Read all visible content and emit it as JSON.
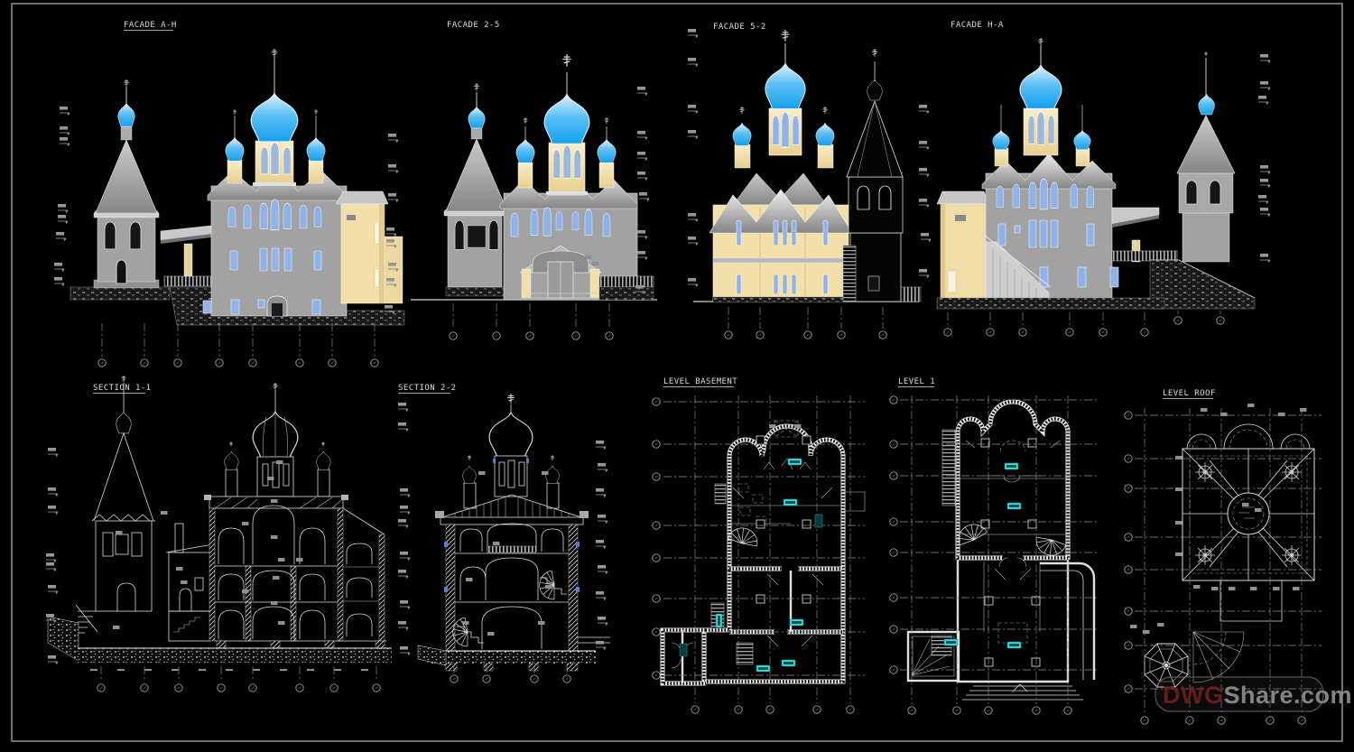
{
  "panels": {
    "facade_ah": {
      "title": "FACADE A-H"
    },
    "facade_25": {
      "title": "FACADE 2-5"
    },
    "facade_52": {
      "title": "FACADE 5-2"
    },
    "facade_ha": {
      "title": "FACADE H-A"
    },
    "section_11": {
      "title": "SECTION 1-1"
    },
    "section_22": {
      "title": "SECTION 2-2"
    },
    "level_basement": {
      "title": "LEVEL BASEMENT"
    },
    "level_1": {
      "title": "LEVEL 1"
    },
    "level_roof": {
      "title": "LEVEL ROOF"
    }
  },
  "watermark": {
    "brand_prefix": "DWG",
    "brand_suffix": "Share.com"
  },
  "colors": {
    "background": "#000000",
    "line_white": "#dcdcdc",
    "dome_blue": "#1fa5ef",
    "dome_blue_light": "#d9effc",
    "wall_gray": "#a2a2a2",
    "wall_yellow": "#f2dfa9",
    "window_blue": "#8fb2e8",
    "room_tag_cyan": "#35dede",
    "watermark_red": "#6f1f1e",
    "watermark_gray": "#8f8f8f"
  }
}
